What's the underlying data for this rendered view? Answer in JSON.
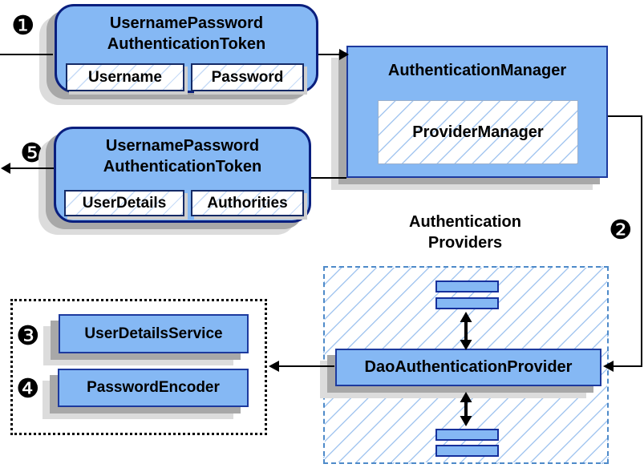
{
  "colors": {
    "box_fill": "#85B8F4",
    "box_border": "#1D3A9E",
    "rounded_border": "#0A1F7E",
    "field_border": "#152A66",
    "hatch_line": "#A5C7F0",
    "dashed_border": "#4E8AC9",
    "dotted_border": "#000000",
    "shadow_dark": "#A8A8A8",
    "shadow_light": "#DCDCDC",
    "connector": "#000000"
  },
  "badges": {
    "step1": "❶",
    "step2": "❷",
    "step3": "❸",
    "step4": "❹",
    "step5": "❺"
  },
  "request_token": {
    "title_line1": "UsernamePassword",
    "title_line2": "AuthenticationToken",
    "fields": [
      "Username",
      "Password"
    ]
  },
  "authentication_manager": {
    "title": "AuthenticationManager",
    "inner_label": "ProviderManager"
  },
  "result_token": {
    "title_line1": "UsernamePassword",
    "title_line2": "AuthenticationToken",
    "fields": [
      "UserDetails",
      "Authorities"
    ]
  },
  "providers": {
    "heading_line1": "Authentication",
    "heading_line2": "Providers",
    "provider_label": "DaoAuthenticationProvider"
  },
  "services": {
    "items": [
      "UserDetailsService",
      "PasswordEncoder"
    ]
  }
}
